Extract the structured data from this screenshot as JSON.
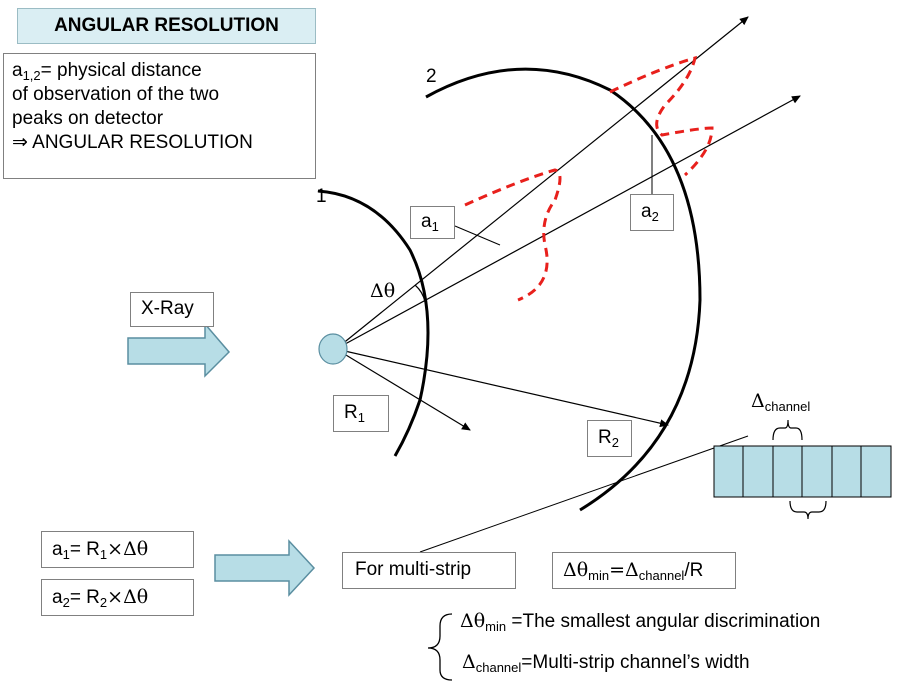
{
  "title": "ANGULAR RESOLUTION",
  "description": {
    "line1_base": "a",
    "line1_sub": "1,2",
    "line1_rest": "= physical distance",
    "line2": "of observation of the two",
    "line3": "peaks on detector",
    "line4": "⇒ ANGULAR RESOLUTION"
  },
  "arcs": {
    "label_1": "1",
    "label_2": "2"
  },
  "labels": {
    "a1": {
      "base": "a",
      "sub": "1"
    },
    "a2": {
      "base": "a",
      "sub": "2"
    },
    "R1": {
      "base": "R",
      "sub": "1"
    },
    "R2": {
      "base": "R",
      "sub": "2"
    },
    "delta_theta": "Δθ",
    "xray": "X-Ray",
    "delta_channel": {
      "base": "Δ",
      "sub": "channel"
    }
  },
  "formulas": {
    "f1": {
      "a": "a",
      "a_sub": "1",
      "eq": "= R",
      "r_sub": "1",
      "tail": "×Δθ"
    },
    "f2": {
      "a": "a",
      "a_sub": "2",
      "eq": "= R",
      "r_sub": "2",
      "tail": "×Δθ"
    }
  },
  "multistrip": "For multi-strip",
  "resolution_formula": {
    "lhs": "Δθ",
    "lhs_sub": "min",
    "eq": "=Δ",
    "rhs_sub": "channel",
    "tail": "/R"
  },
  "definitions": {
    "d1_sym": "Δθ",
    "d1_sub": "min",
    "d1_text": " =The smallest angular discrimination",
    "d2_sym": "Δ",
    "d2_sub": "channel",
    "d2_text": "=Multi-strip channel’s width"
  },
  "colors": {
    "accent_fill": "#b7dde6",
    "title_fill": "#daeef3",
    "peak_red": "#e8201c",
    "line": "#000000"
  },
  "detector_strips": 6
}
